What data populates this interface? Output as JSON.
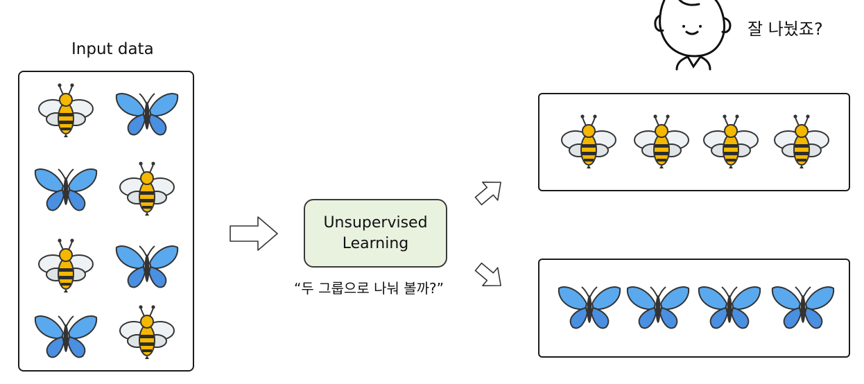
{
  "title": "",
  "input_label": "Input data",
  "method_label": "Unsupervised Learning",
  "prompt_quote": "“두 그룹으로 나눠 볼까?”",
  "speech_text": "잘 나눴죠?",
  "icons": {
    "input_items": [
      "bee-icon",
      "butterfly-icon",
      "butterfly-icon",
      "bee-icon",
      "bee-icon",
      "butterfly-icon",
      "butterfly-icon",
      "bee-icon"
    ],
    "group_1": [
      "bee-icon",
      "bee-icon",
      "bee-icon",
      "bee-icon"
    ],
    "group_2": [
      "butterfly-icon",
      "butterfly-icon",
      "butterfly-icon",
      "butterfly-icon"
    ],
    "character": "person-icon"
  },
  "colors": {
    "method_box": "#e9f2df",
    "bee_yellow": "#f5b800",
    "bee_stripe": "#2d2d2d",
    "butterfly_blue": "#5aa9ee"
  }
}
